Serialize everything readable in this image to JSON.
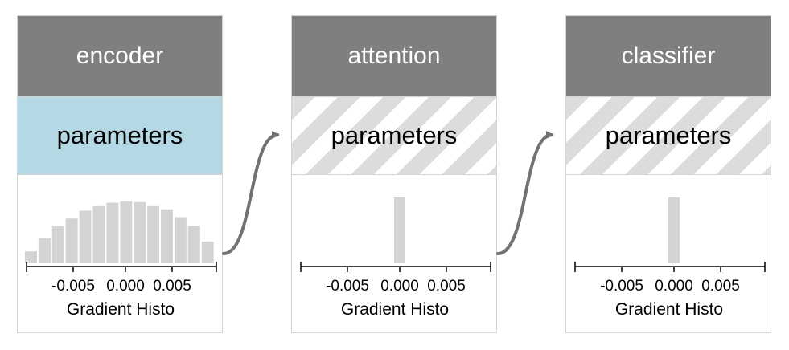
{
  "modules": [
    {
      "name": "encoder",
      "params_label": "parameters",
      "params_state": "active",
      "histogram": {
        "ticks": [
          "-0.005",
          "0.000",
          "0.005"
        ],
        "label": "Gradient Histo",
        "bins": [
          0.18,
          0.38,
          0.56,
          0.68,
          0.8,
          0.88,
          0.92,
          0.94,
          0.93,
          0.88,
          0.82,
          0.7,
          0.57,
          0.33
        ]
      }
    },
    {
      "name": "attention",
      "params_label": "parameters",
      "params_state": "frozen",
      "histogram": {
        "ticks": [
          "-0.005",
          "0.000",
          "0.005"
        ],
        "label": "Gradient Histo",
        "bins": [
          1.0
        ]
      }
    },
    {
      "name": "classifier",
      "params_label": "parameters",
      "params_state": "frozen",
      "histogram": {
        "ticks": [
          "-0.005",
          "0.000",
          "0.005"
        ],
        "label": "Gradient Histo",
        "bins": [
          1.0
        ]
      }
    }
  ],
  "colors": {
    "header": "#7f7f7f",
    "active_params": "#b4d8e4",
    "frozen_stripe": "#dcdcdc",
    "bar": "#d3d3d3",
    "connector": "#727272"
  }
}
